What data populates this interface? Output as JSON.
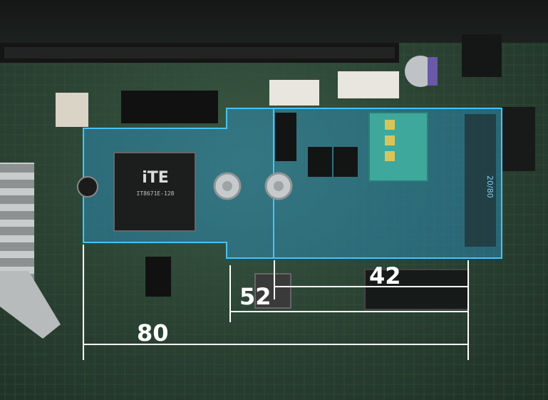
{
  "dimensions": {
    "label_80": "80",
    "label_52": "52",
    "label_42": "42"
  },
  "chips": {
    "ite_logo": "iTE",
    "ite_part": "IT8671E-128",
    "slot_label": "20/80"
  },
  "colors": {
    "board": "#2c4434",
    "highlight": "#2a9fd6",
    "highlight_border": "#45c3ff",
    "dimension_lines": "#ffffff"
  }
}
